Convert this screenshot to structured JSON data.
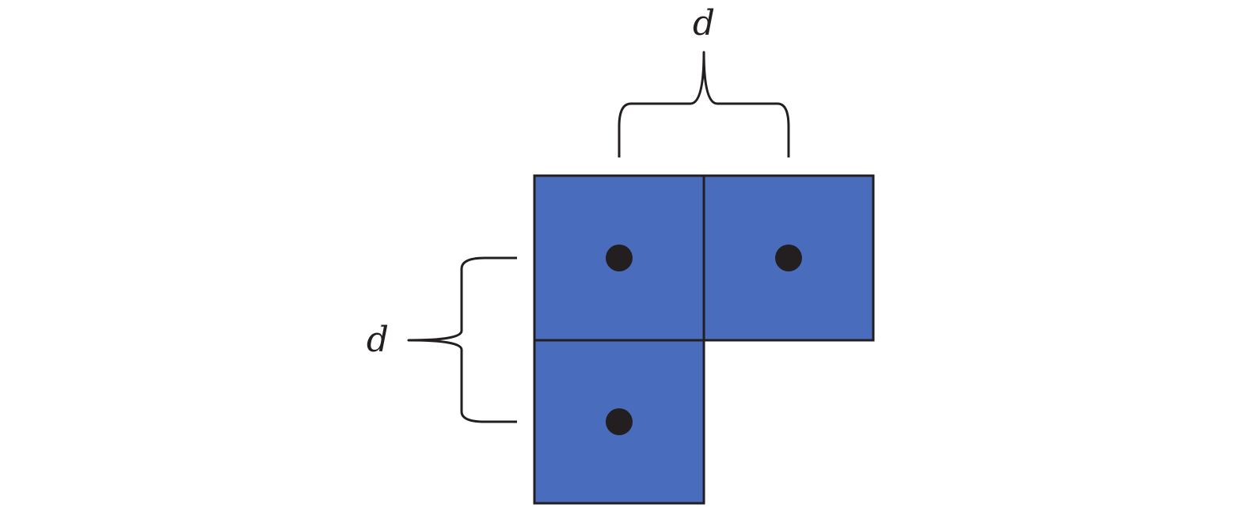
{
  "labels": {
    "top_dimension": "d",
    "left_dimension": "d"
  },
  "colors": {
    "square_fill": "#4a6cbc",
    "outline": "#231f20",
    "background": "#ffffff"
  },
  "squares": [
    {
      "name": "square-top-left",
      "row": 0,
      "col": 0,
      "has_dot": true
    },
    {
      "name": "square-top-right",
      "row": 0,
      "col": 1,
      "has_dot": true
    },
    {
      "name": "square-bottom-left",
      "row": 1,
      "col": 0,
      "has_dot": true
    }
  ]
}
